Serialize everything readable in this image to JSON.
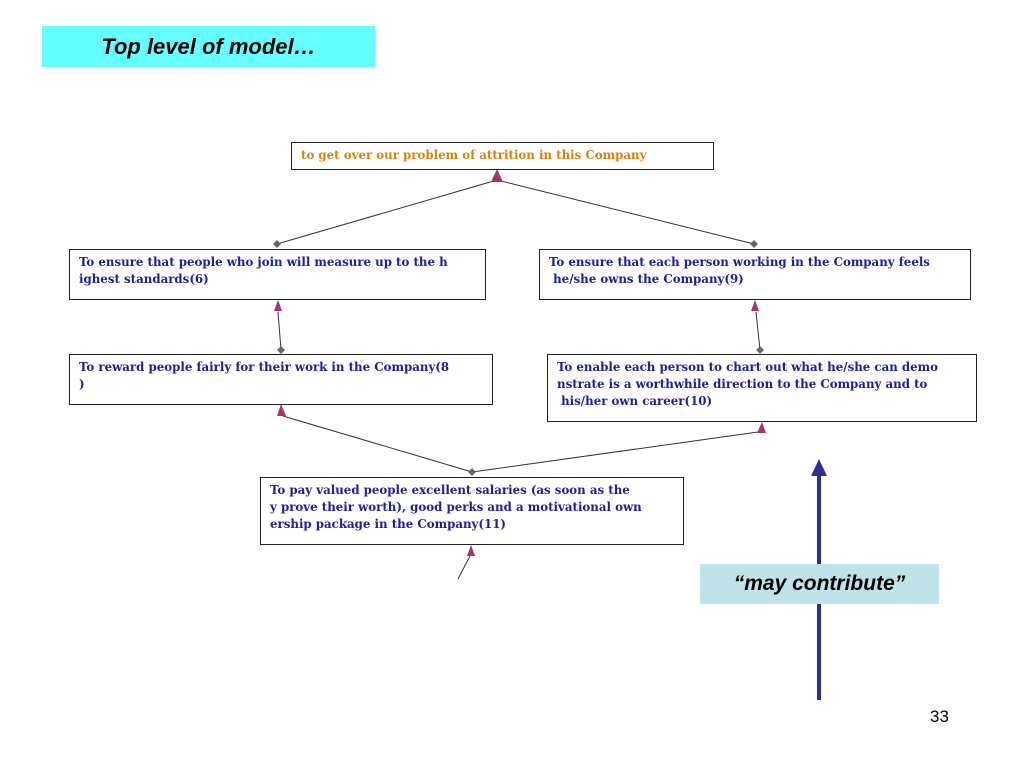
{
  "slide": {
    "title": "Top level of model…",
    "page_number": "33"
  },
  "nodes": {
    "goal": "to get over our problem of attrition in this Company",
    "n6": "To ensure that people who join will measure up to the h\nighest standards(6)",
    "n9": "To ensure that each person working in the Company feels\n he/she owns the Company(9)",
    "n8": "To reward people fairly for their work in the Company(8\n)",
    "n10": "To enable each person to chart out what he/she can demo\nnstrate is a worthwhile direction to the Company and to\n his/her own career(10)",
    "n11": "To pay valued people excellent salaries (as soon as the\ny prove their worth), good perks and a motivational own\nership package in the Company(11)"
  },
  "legend": {
    "arrow_label": "“may contribute”"
  },
  "colors": {
    "title_bg": "#66ffff",
    "goal_text": "#d88012",
    "node_text": "#1d1d9e",
    "arrowhead": "#a8326e",
    "legend_arrow": "#2e3192",
    "note_bg": "#bfe3e8"
  }
}
